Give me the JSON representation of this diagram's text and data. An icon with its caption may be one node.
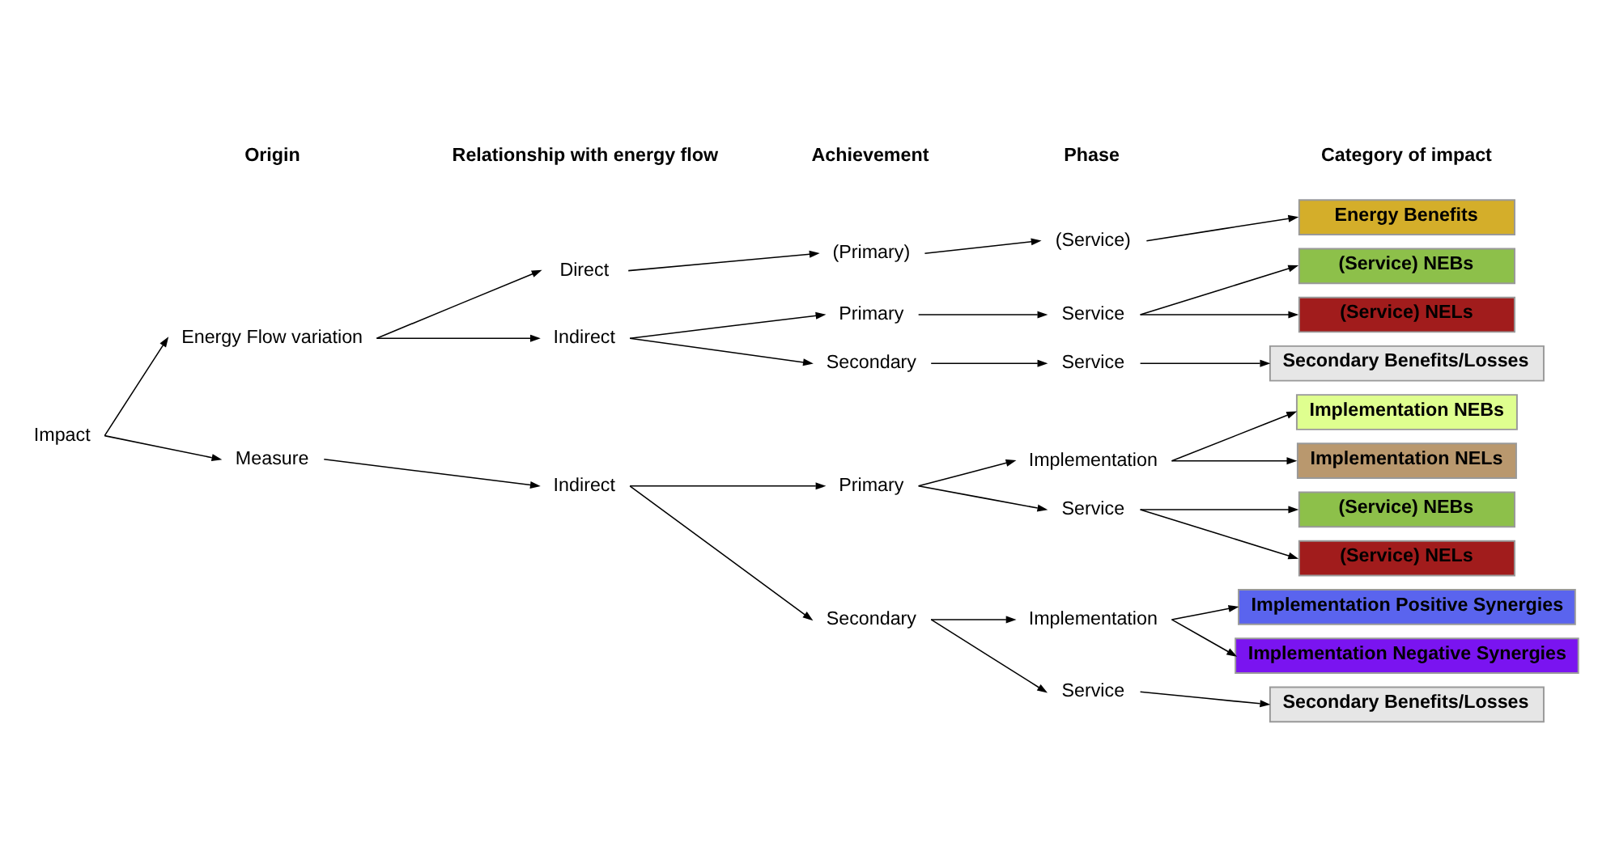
{
  "diagram": {
    "nodes": [
      {
        "text": [
          "Impact"
        ]
      },
      {
        "text": [
          "Energy Flow variation"
        ]
      },
      {
        "text": [
          "Measure"
        ]
      },
      {
        "text": [
          "Direct"
        ]
      },
      {
        "text": [
          "Indirect"
        ]
      },
      {
        "text": [
          "Indirect"
        ]
      },
      {
        "text": [
          "(Primary)"
        ]
      },
      {
        "text": [
          "Primary"
        ]
      },
      {
        "text": [
          "Secondary"
        ]
      },
      {
        "text": [
          "Primary"
        ]
      },
      {
        "text": [
          "Secondary"
        ]
      },
      {
        "text": [
          "(Service)"
        ]
      },
      {
        "text": [
          "Service"
        ]
      },
      {
        "text": [
          "Service"
        ]
      },
      {
        "text": [
          "Implementation"
        ]
      },
      {
        "text": [
          "Service"
        ]
      },
      {
        "text": [
          "Implementation"
        ]
      },
      {
        "text": [
          "Service"
        ]
      },
      {
        "text": [
          "Energy Benefits"
        ]
      },
      {
        "text": [
          "(Service) NEBs"
        ]
      },
      {
        "text": [
          "(Service) NELs"
        ]
      },
      {
        "text": [
          "Secondary Benefits/Losses"
        ]
      },
      {
        "text": [
          "Implementation NEBs"
        ]
      },
      {
        "text": [
          "Implementation NELs"
        ]
      },
      {
        "text": [
          "(Service) NEBs"
        ]
      },
      {
        "text": [
          "(Service) NELs"
        ]
      },
      {
        "text": [
          "Implementation Positive Synergies"
        ]
      },
      {
        "text": [
          "Implementation Negative Synergies"
        ]
      },
      {
        "text": [
          "Secondary Benefits/Losses"
        ]
      }
    ],
    "edges": [
      {
        "from": 0,
        "to": 1,
        "arrow": "to"
      },
      {
        "from": 0,
        "to": 2,
        "arrow": "to"
      },
      {
        "from": 1,
        "to": 3,
        "arrow": "to"
      },
      {
        "from": 1,
        "to": 4,
        "arrow": "to"
      },
      {
        "from": 2,
        "to": 5,
        "arrow": "to"
      },
      {
        "from": 3,
        "to": 6,
        "arrow": "to"
      },
      {
        "from": 4,
        "to": 7,
        "arrow": "to"
      },
      {
        "from": 4,
        "to": 8,
        "arrow": "to"
      },
      {
        "from": 5,
        "to": 9,
        "arrow": "to"
      },
      {
        "from": 5,
        "to": 10,
        "arrow": "to"
      },
      {
        "from": 6,
        "to": 11,
        "arrow": "to"
      },
      {
        "from": 7,
        "to": 12,
        "arrow": "to"
      },
      {
        "from": 8,
        "to": 13,
        "arrow": "to"
      },
      {
        "from": 9,
        "to": 14,
        "arrow": "to"
      },
      {
        "from": 9,
        "to": 15,
        "arrow": "to"
      },
      {
        "from": 10,
        "to": 16,
        "arrow": "to"
      },
      {
        "from": 10,
        "to": 17,
        "arrow": "to"
      },
      {
        "from": 11,
        "to": 18,
        "arrow": "to"
      },
      {
        "from": 12,
        "to": 19,
        "arrow": "to"
      },
      {
        "from": 12,
        "to": 20,
        "arrow": "to"
      },
      {
        "from": 13,
        "to": 21,
        "arrow": "to"
      },
      {
        "from": 14,
        "to": 22,
        "arrow": "to"
      },
      {
        "from": 14,
        "to": 23,
        "arrow": "to"
      },
      {
        "from": 15,
        "to": 24,
        "arrow": "to"
      },
      {
        "from": 15,
        "to": 25,
        "arrow": "to"
      },
      {
        "from": 16,
        "to": 26,
        "arrow": "to"
      },
      {
        "from": 16,
        "to": 27,
        "arrow": "to"
      },
      {
        "from": 17,
        "to": 28,
        "arrow": "to"
      }
    ],
    "labels": [
      "Origin",
      "Relationship with energy flow",
      "Achievement",
      "Phase",
      "Category of impact"
    ]
  }
}
